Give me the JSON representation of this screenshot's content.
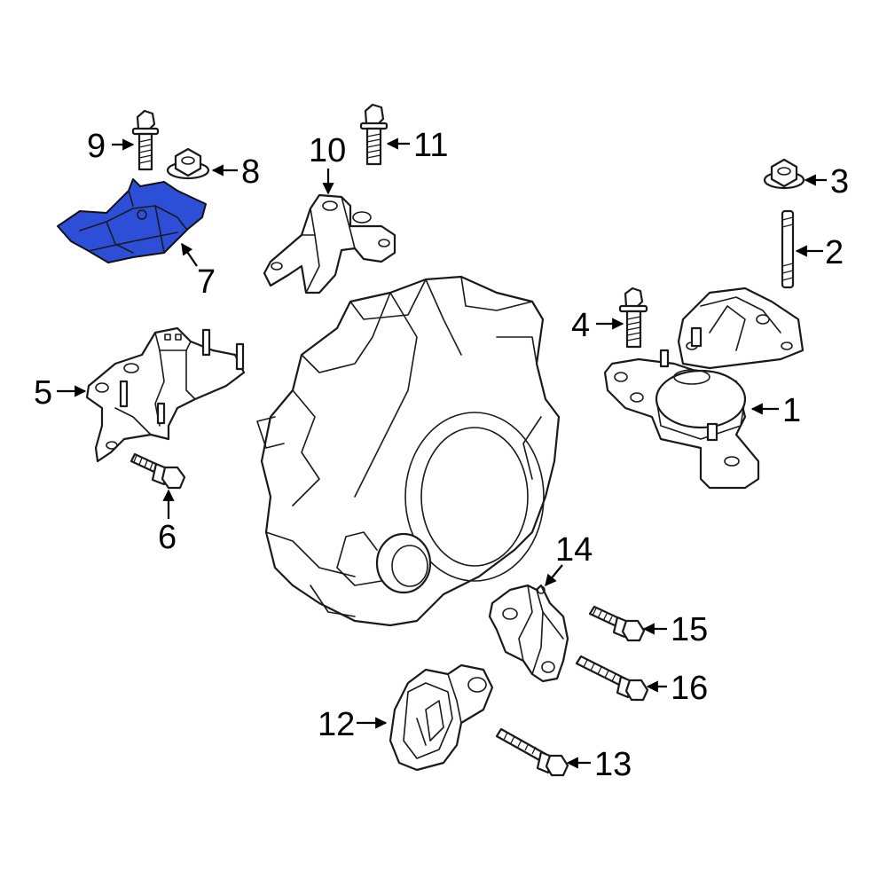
{
  "diagram": {
    "highlight_color": "#2d4fd8",
    "line_color": "#1a1a1a",
    "highlighted_part": "7",
    "callouts": [
      "1",
      "2",
      "3",
      "4",
      "5",
      "6",
      "7",
      "8",
      "9",
      "10",
      "11",
      "12",
      "13",
      "14",
      "15",
      "16"
    ]
  }
}
